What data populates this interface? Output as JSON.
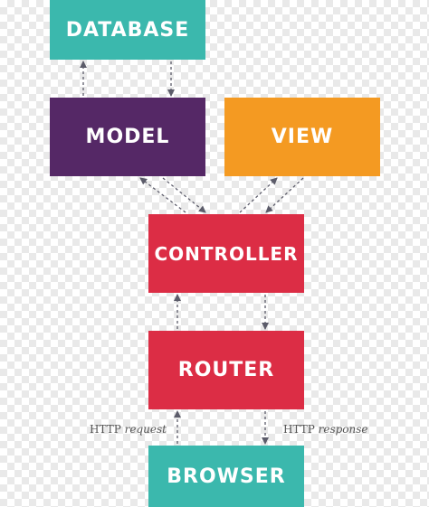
{
  "nodes": {
    "database": {
      "label": "DATABASE",
      "color": "#3bb8ad"
    },
    "model": {
      "label": "MODEL",
      "color": "#552866"
    },
    "view": {
      "label": "VIEW",
      "color": "#f49a22"
    },
    "controller": {
      "label": "CONTROLLER",
      "color": "#dc2d45"
    },
    "router": {
      "label": "ROUTER",
      "color": "#dc2d45"
    },
    "browser": {
      "label": "BROWSER",
      "color": "#3bb8ad"
    }
  },
  "edge_labels": {
    "request": {
      "prefix": "HTTP",
      "word": "request"
    },
    "response": {
      "prefix": "HTTP",
      "word": "response"
    }
  },
  "colors": {
    "arrow": "#5c5c6a"
  },
  "edges": [
    {
      "from": "model",
      "to": "database"
    },
    {
      "from": "database",
      "to": "model"
    },
    {
      "from": "controller",
      "to": "model"
    },
    {
      "from": "model",
      "to": "controller"
    },
    {
      "from": "controller",
      "to": "view"
    },
    {
      "from": "view",
      "to": "controller"
    },
    {
      "from": "router",
      "to": "controller"
    },
    {
      "from": "controller",
      "to": "router"
    },
    {
      "from": "browser",
      "to": "router",
      "label": "HTTP request"
    },
    {
      "from": "router",
      "to": "browser",
      "label": "HTTP response"
    }
  ]
}
